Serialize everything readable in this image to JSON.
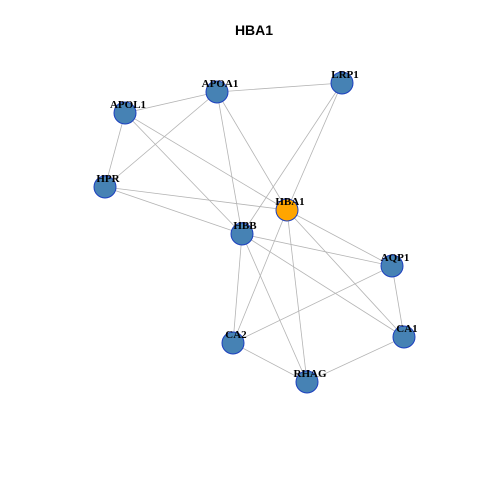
{
  "title": "HBA1",
  "colors": {
    "default_node": "#4682B4",
    "default_border": "#1C3FBF",
    "focus_node": "#FFA500",
    "focus_border": "#1C3FBF",
    "edge": "#B4B4B4"
  },
  "nodes": [
    {
      "id": "APOA1",
      "label": "APOA1",
      "focus": false
    },
    {
      "id": "LRP1",
      "label": "LRP1",
      "focus": false
    },
    {
      "id": "APOL1",
      "label": "APOL1",
      "focus": false
    },
    {
      "id": "HPR",
      "label": "HPR",
      "focus": false
    },
    {
      "id": "HBA1",
      "label": "HBA1",
      "focus": true
    },
    {
      "id": "HBB",
      "label": "HBB",
      "focus": false
    },
    {
      "id": "AQP1",
      "label": "AQP1",
      "focus": false
    },
    {
      "id": "CA1",
      "label": "CA1",
      "focus": false
    },
    {
      "id": "CA2",
      "label": "CA2",
      "focus": false
    },
    {
      "id": "RHAG",
      "label": "RHAG",
      "focus": false
    }
  ],
  "edges": [
    [
      "APOL1",
      "APOA1"
    ],
    [
      "APOA1",
      "LRP1"
    ],
    [
      "APOL1",
      "HPR"
    ],
    [
      "APOA1",
      "HPR"
    ],
    [
      "APOL1",
      "HBA1"
    ],
    [
      "APOL1",
      "HBB"
    ],
    [
      "APOA1",
      "HBA1"
    ],
    [
      "APOA1",
      "HBB"
    ],
    [
      "LRP1",
      "HBA1"
    ],
    [
      "LRP1",
      "HBB"
    ],
    [
      "HPR",
      "HBA1"
    ],
    [
      "HPR",
      "HBB"
    ],
    [
      "HBA1",
      "AQP1"
    ],
    [
      "HBA1",
      "CA1"
    ],
    [
      "HBA1",
      "CA2"
    ],
    [
      "HBA1",
      "RHAG"
    ],
    [
      "HBB",
      "AQP1"
    ],
    [
      "HBB",
      "CA1"
    ],
    [
      "HBB",
      "CA2"
    ],
    [
      "HBB",
      "RHAG"
    ],
    [
      "AQP1",
      "CA2"
    ],
    [
      "AQP1",
      "CA1"
    ],
    [
      "CA2",
      "RHAG"
    ],
    [
      "CA1",
      "RHAG"
    ]
  ]
}
